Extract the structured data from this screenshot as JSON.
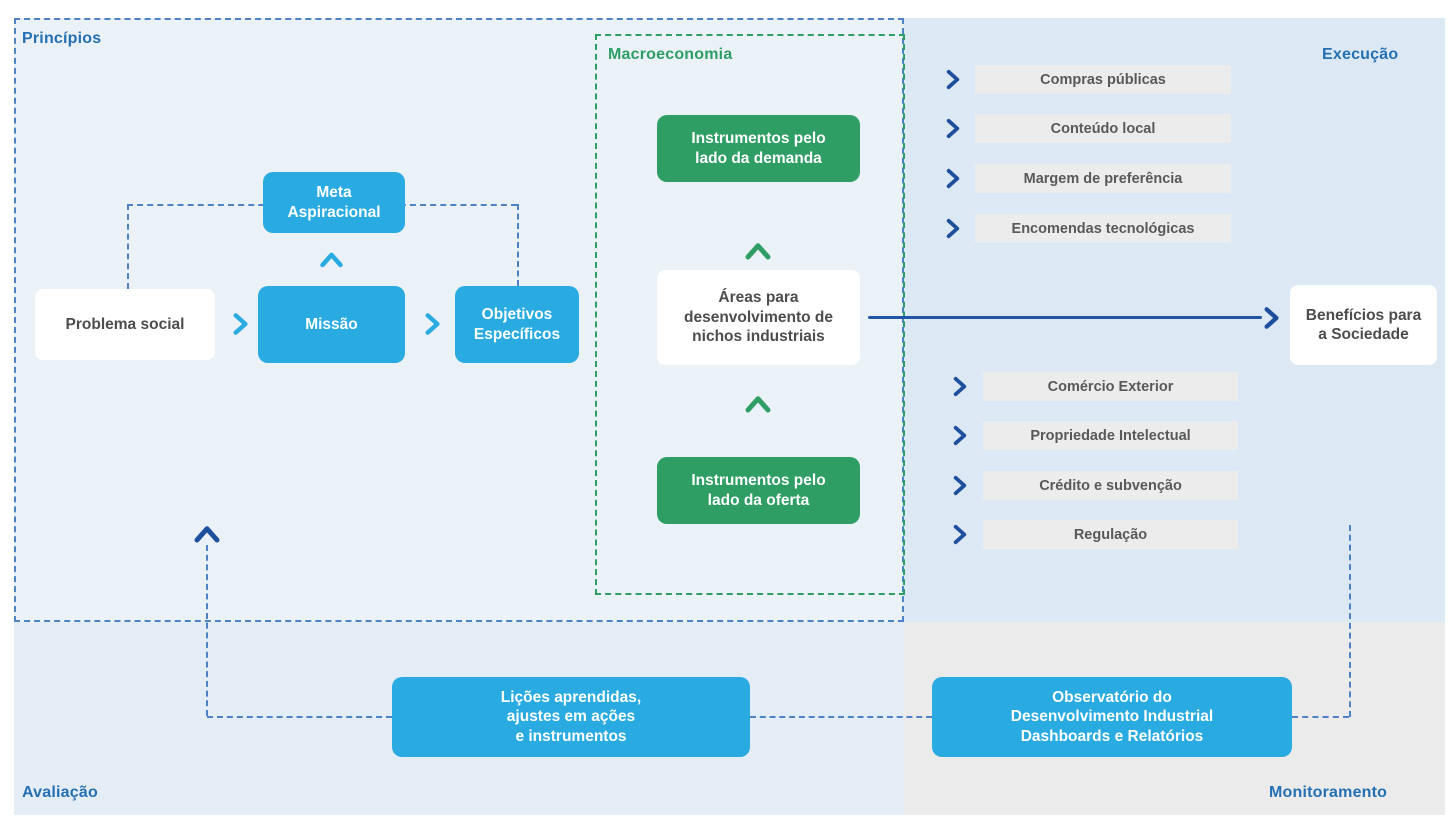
{
  "regions": {
    "principios": "Princípios",
    "macroeconomia": "Macroeconomia",
    "execucao": "Execução",
    "avaliacao": "Avaliação",
    "monitoramento": "Monitoramento"
  },
  "boxes": {
    "problema_social": "Problema social",
    "missao": "Missão",
    "meta_aspiracional": "Meta\nAspiracional",
    "objetivos_especificos": "Objetivos\nEspecíficos",
    "instrumentos_demanda": "Instrumentos pelo\nlado da demanda",
    "areas_nichos": "Áreas para\ndesenvolvimento de\nnichos industriais",
    "instrumentos_oferta": "Instrumentos pelo\nlado da oferta",
    "beneficios_sociedade": "Benefícios para\na Sociedade",
    "licoes_aprendidas": "Lições aprendidas,\najustes em ações\ne instrumentos",
    "observatorio": "Observatório do\nDesenvolvimento Industrial\nDashboards e Relatórios"
  },
  "demand_instruments": [
    "Compras públicas",
    "Conteúdo local",
    "Margem de preferência",
    "Encomendas tecnológicas"
  ],
  "supply_instruments": [
    "Comércio Exterior",
    "Propriedade Intelectual",
    "Crédito e subvenção",
    "Regulação"
  ],
  "colors": {
    "blue_box": "#29abe2",
    "green_box": "#2e9e64",
    "navy_accent": "#1e4f9c",
    "label_blue": "#2470b3",
    "dashed_blue": "#4d82c4",
    "panel_light_blue": "#eaf1f7",
    "panel_execution_blue": "#dce9f4",
    "panel_gray": "#ebebeb",
    "item_gray": "#ececec"
  }
}
